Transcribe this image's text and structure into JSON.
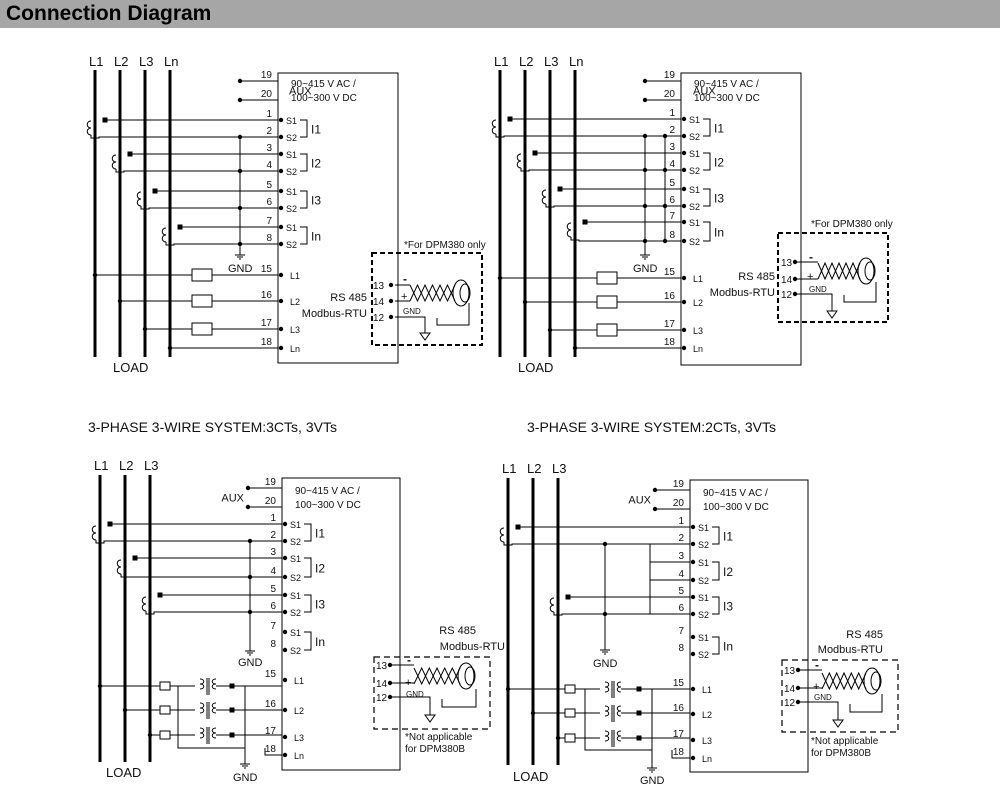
{
  "header": {
    "title": "Connection Diagram"
  },
  "common": {
    "aux_label": "AUX",
    "supply_line1": "90~415 V AC /",
    "supply_line2": "100~300 V DC",
    "gnd": "GND",
    "load": "LOAD",
    "rs485": "RS 485",
    "modbus": "Modbus-RTU",
    "rs485_combined": "RS 485",
    "star_note": "*For DPM380 only",
    "star_note2": "*For DPM380 only",
    "na_note1": "*Not applicable",
    "na_note2": "for DPM380B",
    "s1": "S1",
    "s2": "S2",
    "minus": "-",
    "plus": "+",
    "ct_labels": [
      "I1",
      "I2",
      "I3",
      "In"
    ],
    "phase_4w": [
      "L1",
      "L2",
      "L3",
      "Ln"
    ],
    "phase_3w": [
      "L1",
      "L2",
      "L3"
    ],
    "volt_labels": [
      "L1",
      "L2",
      "L3",
      "Ln"
    ],
    "term_aux": [
      "19",
      "20"
    ],
    "term_ct": [
      "1",
      "2",
      "3",
      "4",
      "5",
      "6",
      "7",
      "8"
    ],
    "term_volt": [
      "15",
      "16",
      "17",
      "18"
    ],
    "term_rs": [
      "13",
      "14",
      "12"
    ]
  },
  "diagrams": [
    {
      "caption": ""
    },
    {
      "caption": ""
    },
    {
      "caption": "3-PHASE 3-WIRE SYSTEM:3CTs, 3VTs"
    },
    {
      "caption": "3-PHASE 3-WIRE SYSTEM:2CTs, 3VTs"
    }
  ]
}
